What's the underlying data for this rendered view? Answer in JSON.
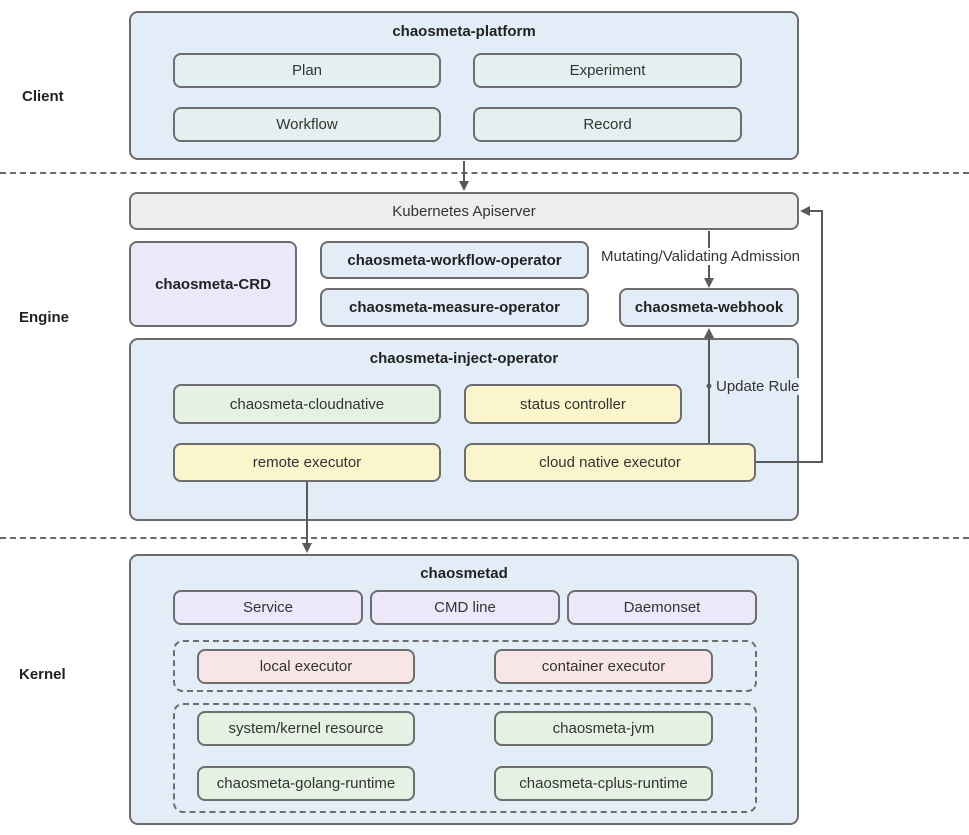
{
  "layers": {
    "client": "Client",
    "engine": "Engine",
    "kernel": "Kernel"
  },
  "client_panel": {
    "title": "chaosmeta-platform",
    "items": [
      "Plan",
      "Experiment",
      "Workflow",
      "Record"
    ]
  },
  "engine": {
    "apiserver": "Kubernetes Apiserver",
    "crd": "chaosmeta-CRD",
    "workflow_operator": "chaosmeta-workflow-operator",
    "measure_operator": "chaosmeta-measure-operator",
    "webhook": "chaosmeta-webhook",
    "admission_label": "Mutating/Validating Admission",
    "update_rule_label": "Update Rule",
    "inject_operator": {
      "title": "chaosmeta-inject-operator",
      "cloudnative": "chaosmeta-cloudnative",
      "status_controller": "status controller",
      "remote_executor": "remote executor",
      "cloud_native_executor": "cloud native executor"
    }
  },
  "kernel_panel": {
    "title": "chaosmetad",
    "modes": [
      "Service",
      "CMD line",
      "Daemonset"
    ],
    "executors": [
      "local executor",
      "container executor"
    ],
    "runtimes": [
      "system/kernel resource",
      "chaosmeta-jvm",
      "chaosmeta-golang-runtime",
      "chaosmeta-cplus-runtime"
    ]
  },
  "colors": {
    "panel": "#e3edf8",
    "teal": "#e4f0ef",
    "green": "#e4f1e3",
    "yellow": "#fbf5cc",
    "purple": "#ece8f9",
    "pink": "#f8e6e6",
    "grey": "#ededed",
    "stroke": "#6e6e6e"
  }
}
